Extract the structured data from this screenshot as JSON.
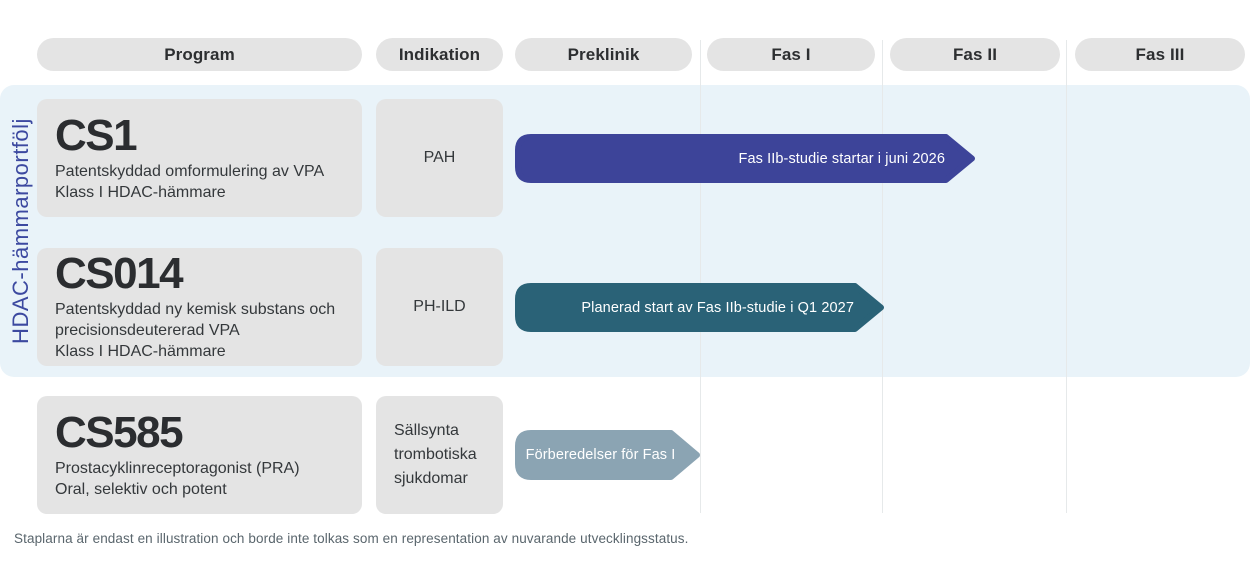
{
  "header": {
    "columns": [
      {
        "label": "Program"
      },
      {
        "label": "Indikation"
      },
      {
        "label": "Preklinik"
      },
      {
        "label": "Fas I"
      },
      {
        "label": "Fas II"
      },
      {
        "label": "Fas III"
      }
    ]
  },
  "portfolio_label": "HDAC-hämmarportfölj",
  "rows": [
    {
      "program": {
        "title": "CS1",
        "description": [
          "Patentskyddad omformulering av VPA",
          "Klass I HDAC-hämmare"
        ]
      },
      "indication": "PAH",
      "status": {
        "label": "Fas IIb-studie startar i juni 2026",
        "color": "#3d4499"
      }
    },
    {
      "program": {
        "title": "CS014",
        "description": [
          "Patentskyddad ny kemisk substans och",
          "precisionsdeutererad VPA",
          "Klass I HDAC-hämmare"
        ]
      },
      "indication": "PH-ILD",
      "status": {
        "label": "Planerad start av Fas IIb-studie i Q1 2027",
        "color": "#2a6277"
      }
    },
    {
      "program": {
        "title": "CS585",
        "description": [
          "Prostacyklinreceptoragonist (PRA)",
          "Oral, selektiv och potent"
        ]
      },
      "indication": "Sällsynta trombotiska sjukdomar",
      "status": {
        "label": "Förberedelser för Fas I",
        "color": "#8ba4b3"
      }
    }
  ],
  "footnote": "Staplarna är endast en illustration och borde inte tolkas som en representation av nuvarande utvecklingsstatus.",
  "colors": {
    "portfolio_panel": "#e9f3f9",
    "card_gray": "#e4e4e4",
    "brand_indigo": "#3c49a0",
    "status_cs1": "#3d4499",
    "status_cs014": "#2a6277",
    "status_cs585": "#8ba4b3"
  }
}
